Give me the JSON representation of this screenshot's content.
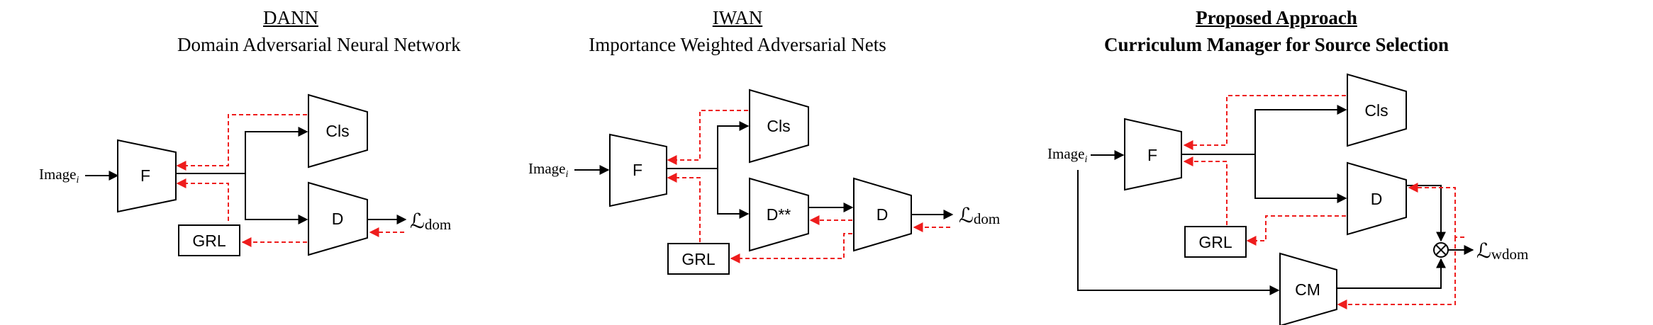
{
  "dann": {
    "title": "DANN",
    "subtitle": "Domain Adversarial Neural Network",
    "image_label": "Image",
    "image_sub": "i",
    "f_label": "F",
    "cls_label": "Cls",
    "d_label": "D",
    "grl_label": "GRL",
    "loss_symbol": "ℒ",
    "loss_sub": "dom"
  },
  "iwan": {
    "title": "IWAN",
    "subtitle": "Importance Weighted Adversarial Nets",
    "image_label": "Image",
    "image_sub": "i",
    "f_label": "F",
    "cls_label": "Cls",
    "dstar_label": "D**",
    "d_label": "D",
    "grl_label": "GRL",
    "loss_symbol": "ℒ",
    "loss_sub": "dom"
  },
  "proposed": {
    "title": "Proposed Approach",
    "subtitle": "Curriculum Manager for Source Selection",
    "image_label": "Image",
    "image_sub": "i",
    "f_label": "F",
    "cls_label": "Cls",
    "d_label": "D",
    "grl_label": "GRL",
    "cm_label": "CM",
    "otimes": "⊗",
    "loss_symbol": "ℒ",
    "loss_sub": "wdom"
  },
  "colors": {
    "forward": "#000000",
    "gradient": "#ee1c1c"
  }
}
